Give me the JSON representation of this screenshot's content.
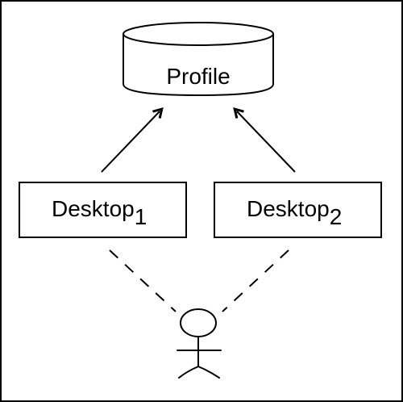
{
  "diagram": {
    "profile_label": "Profile",
    "desktops": [
      {
        "label": "Desktop",
        "subscript": "1"
      },
      {
        "label": "Desktop",
        "subscript": "2"
      }
    ],
    "colors": {
      "stroke": "#000000",
      "background": "#ffffff"
    },
    "icons": {
      "person": "stick-figure-user-icon",
      "storage": "database-cylinder-icon"
    }
  }
}
